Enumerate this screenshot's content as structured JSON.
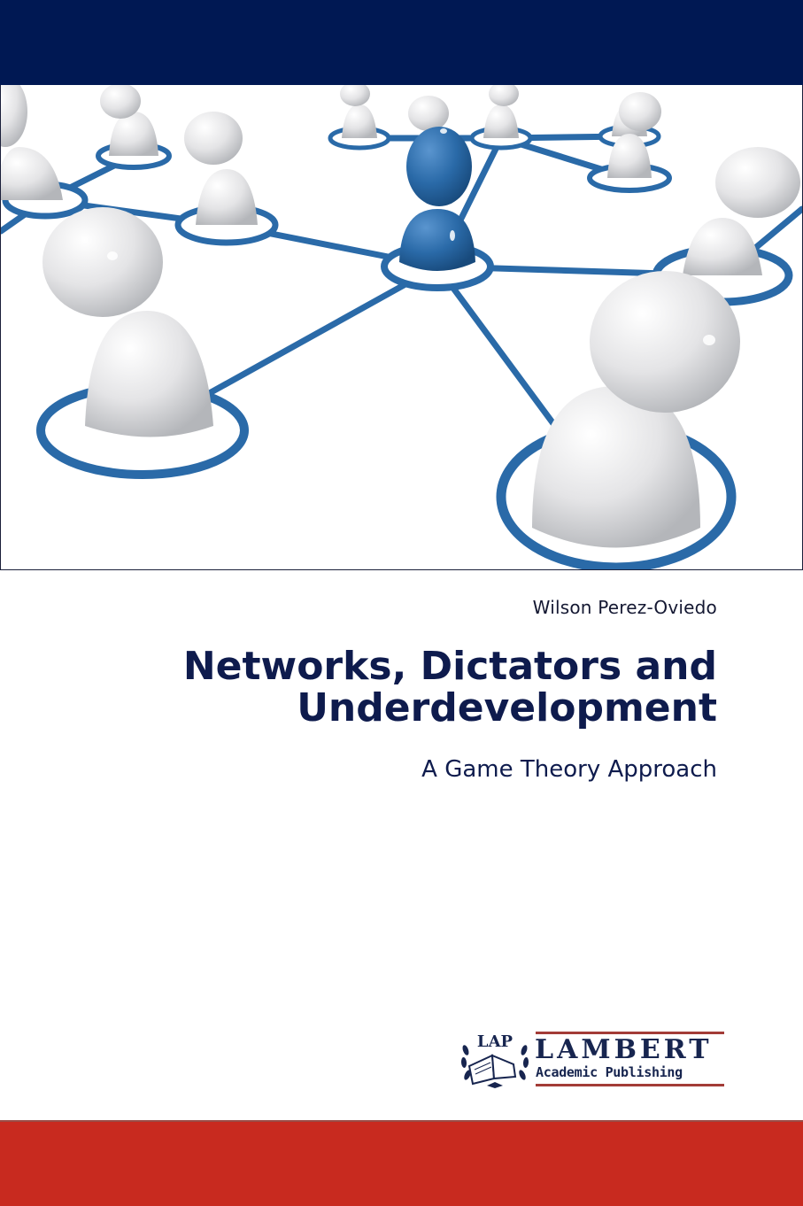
{
  "cover": {
    "author": "Wilson Perez-Oviedo",
    "title": "Networks, Dictators and Underdevelopment",
    "subtitle": "A Game Theory Approach",
    "image_description": "3D network of white pawn-like figures on blue ring nodes connected by blue links, one central blue figure"
  },
  "publisher": {
    "emblem_text": "LAP",
    "name": "LAMBERT",
    "subname": "Academic Publishing"
  },
  "colors": {
    "top_band": "#001853",
    "bottom_band": "#c82a1f",
    "title_text": "#0e1b4d",
    "network_blue": "#2a6aa8",
    "logo_navy": "#17254f",
    "logo_rule_red": "#a33c37"
  }
}
